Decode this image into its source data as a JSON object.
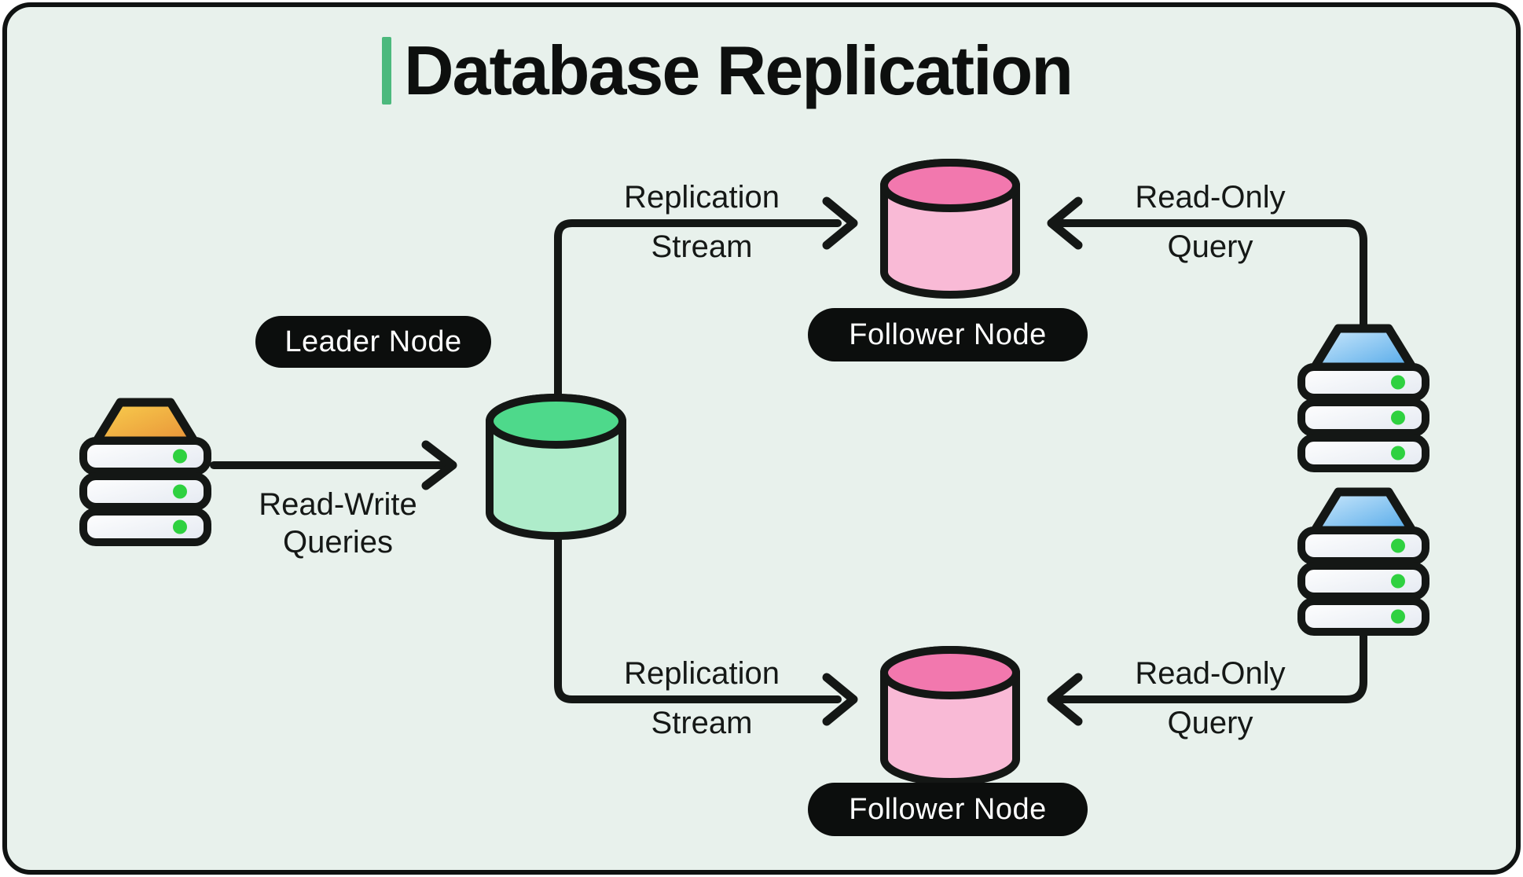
{
  "title": {
    "text": "Database Replication"
  },
  "badges": {
    "leader": "Leader Node",
    "follower_top": "Follower Node",
    "follower_bottom": "Follower Node"
  },
  "edge_labels": {
    "read_write": {
      "line1": "Read-Write",
      "line2": "Queries"
    },
    "replication_top": {
      "line1": "Replication",
      "line2": "Stream"
    },
    "replication_bottom": {
      "line1": "Replication",
      "line2": "Stream"
    },
    "read_only_top": {
      "line1": "Read-Only",
      "line2": "Query"
    },
    "read_only_bottom": {
      "line1": "Read-Only",
      "line2": "Query"
    }
  },
  "icons": {
    "leader_client_server": "orange-server-stack-icon",
    "leader_database": "green-database-cylinder-icon",
    "follower_database_top": "pink-database-cylinder-icon",
    "follower_database_bottom": "pink-database-cylinder-icon",
    "read_replica_server_top": "blue-server-stack-icon",
    "read_replica_server_bottom": "blue-server-stack-icon"
  },
  "colors": {
    "canvas_background": "#e8f1ec",
    "frame_border": "#101312",
    "title_accent": "#4cb97d",
    "title_text": "#0d0f0e",
    "line": "#141715",
    "badge_background": "#0c0e0d",
    "badge_text": "#ffffff",
    "leader_db_top": "#4ed98b",
    "leader_db_body": "#aeecca",
    "follower_db_top": "#f278ae",
    "follower_db_body": "#f9bad6",
    "server_orange_light": "#f9d04e",
    "server_orange_dark": "#e89238",
    "server_blue_light": "#cfeafc",
    "server_blue_dark": "#53a9e9",
    "server_row_light": "#ffffff",
    "server_row_dark": "#e4e9f1",
    "led_green": "#2fd140"
  }
}
